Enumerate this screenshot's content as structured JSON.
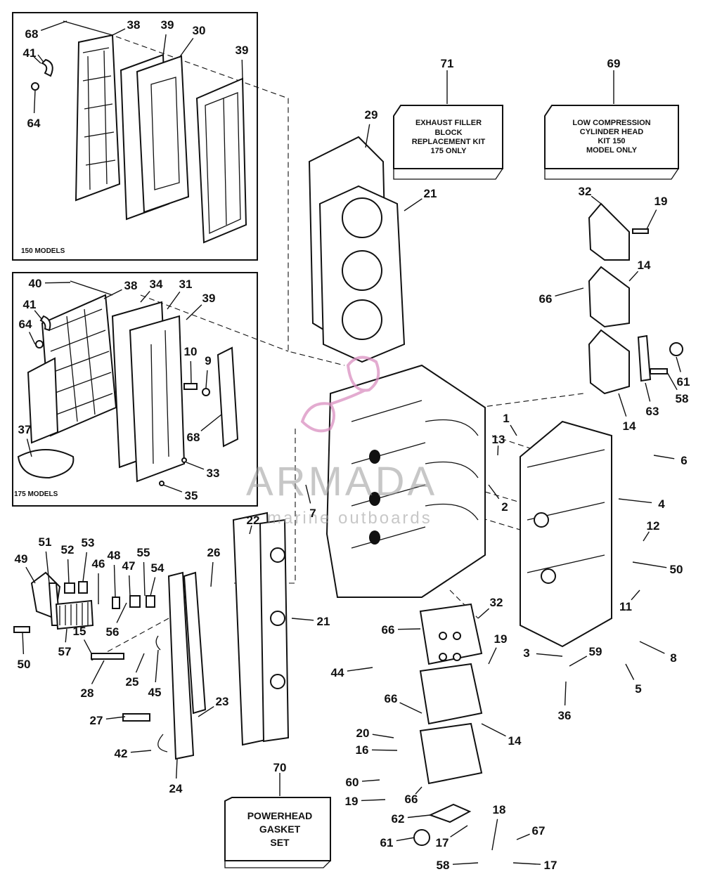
{
  "insets": {
    "top_label": "150 MODELS",
    "bottom_label": "175 MODELS"
  },
  "kits": {
    "exhaust": {
      "callout": "71",
      "lines": [
        "EXHAUST FILLER",
        "BLOCK",
        "REPLACEMENT KIT",
        "175 ONLY"
      ]
    },
    "cylhead": {
      "callout": "69",
      "lines": [
        "LOW COMPRESSION",
        "CYLINDER HEAD",
        "KIT 150",
        "MODEL ONLY"
      ]
    },
    "gasket": {
      "callout": "70",
      "lines": [
        "POWERHEAD",
        "GASKET",
        "SET"
      ]
    }
  },
  "watermark": {
    "brand": "ARMADA",
    "tagline": "marine outboards",
    "color": "#d98fc0"
  },
  "callouts": [
    {
      "text": "68"
    },
    {
      "text": "38"
    },
    {
      "text": "39"
    },
    {
      "text": "30"
    },
    {
      "text": "39"
    },
    {
      "text": "41"
    },
    {
      "text": "64"
    },
    {
      "text": "40"
    },
    {
      "text": "38"
    },
    {
      "text": "34"
    },
    {
      "text": "31"
    },
    {
      "text": "39"
    },
    {
      "text": "41"
    },
    {
      "text": "64"
    },
    {
      "text": "10"
    },
    {
      "text": "9"
    },
    {
      "text": "68"
    },
    {
      "text": "37"
    },
    {
      "text": "33"
    },
    {
      "text": "35"
    },
    {
      "text": "29"
    },
    {
      "text": "21"
    },
    {
      "text": "32"
    },
    {
      "text": "19"
    },
    {
      "text": "14"
    },
    {
      "text": "66"
    },
    {
      "text": "61"
    },
    {
      "text": "58"
    },
    {
      "text": "63"
    },
    {
      "text": "14"
    },
    {
      "text": "1"
    },
    {
      "text": "13"
    },
    {
      "text": "2"
    },
    {
      "text": "6"
    },
    {
      "text": "4"
    },
    {
      "text": "12"
    },
    {
      "text": "50"
    },
    {
      "text": "11"
    },
    {
      "text": "7"
    },
    {
      "text": "22"
    },
    {
      "text": "26"
    },
    {
      "text": "21"
    },
    {
      "text": "49"
    },
    {
      "text": "51"
    },
    {
      "text": "52"
    },
    {
      "text": "53"
    },
    {
      "text": "48"
    },
    {
      "text": "46"
    },
    {
      "text": "47"
    },
    {
      "text": "55"
    },
    {
      "text": "54"
    },
    {
      "text": "56"
    },
    {
      "text": "57"
    },
    {
      "text": "15"
    },
    {
      "text": "50"
    },
    {
      "text": "28"
    },
    {
      "text": "25"
    },
    {
      "text": "45"
    },
    {
      "text": "27"
    },
    {
      "text": "23"
    },
    {
      "text": "42"
    },
    {
      "text": "24"
    },
    {
      "text": "32"
    },
    {
      "text": "66"
    },
    {
      "text": "19"
    },
    {
      "text": "44"
    },
    {
      "text": "66"
    },
    {
      "text": "14"
    },
    {
      "text": "20"
    },
    {
      "text": "16"
    },
    {
      "text": "60"
    },
    {
      "text": "19"
    },
    {
      "text": "66"
    },
    {
      "text": "62"
    },
    {
      "text": "61"
    },
    {
      "text": "17"
    },
    {
      "text": "18"
    },
    {
      "text": "67"
    },
    {
      "text": "58"
    },
    {
      "text": "17"
    },
    {
      "text": "3"
    },
    {
      "text": "59"
    },
    {
      "text": "36"
    },
    {
      "text": "5"
    },
    {
      "text": "8"
    }
  ]
}
